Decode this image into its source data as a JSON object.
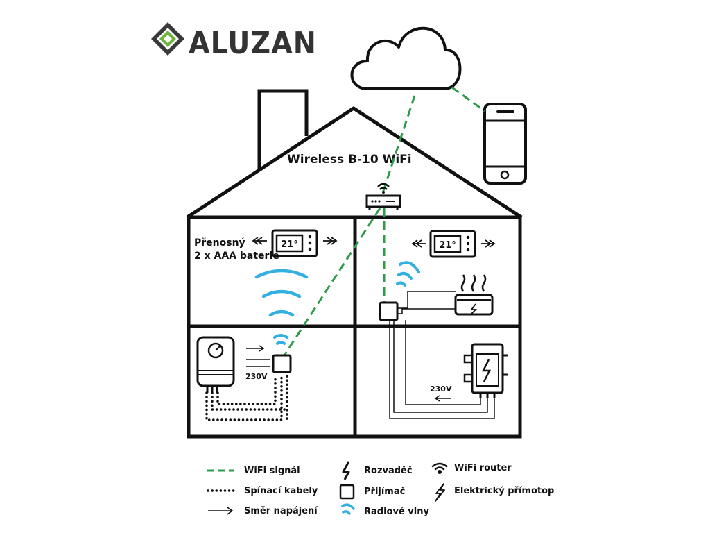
{
  "brand": {
    "name": "ALUZAN",
    "logo_icon": "diamond-logo-icon"
  },
  "title": "Wireless B-10 WiFi",
  "thermostat_left": {
    "temperature": "21°"
  },
  "thermostat_right": {
    "temperature": "21°"
  },
  "portable_note": {
    "line1": "Přenosný",
    "line2": "2 x AAA baterie"
  },
  "voltage_boiler": "230V",
  "voltage_panel": "230V",
  "colors": {
    "wifi_signal": "#2e9a4a",
    "radio_waves": "#33b0e0",
    "logo_green": "#6cb33f",
    "logo_dark": "#3a3a3a",
    "lines": "#111111"
  },
  "legend": {
    "wifi_signal": "WiFi signál",
    "switch_cables": "Spínací kabely",
    "power_direction": "Směr napájení",
    "distribution_board": "Rozvaděč",
    "receiver": "Přijímač",
    "radio_waves": "Radiové vlny",
    "wifi_router": "WiFi router",
    "electric_heater": "Elektrický přímotop"
  }
}
